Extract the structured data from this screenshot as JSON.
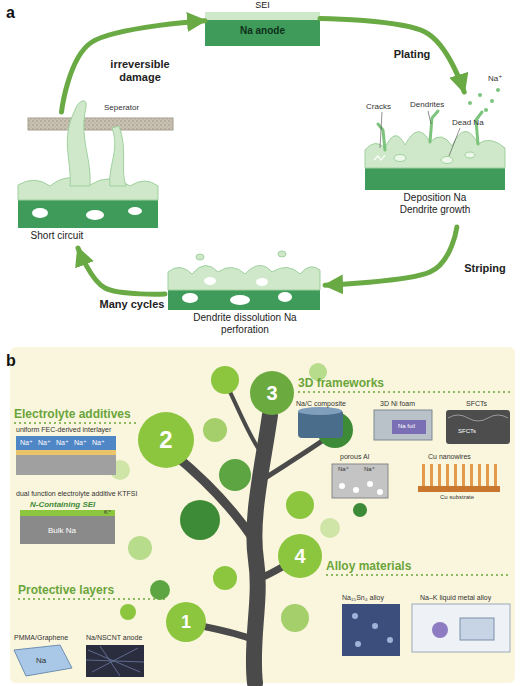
{
  "diagram": {
    "nodes": [
      {
        "text": [
          "SEI",
          "Na anode"
        ]
      },
      {
        "text": [
          "Deposition Na Dendrite growth"
        ]
      },
      {
        "text": [
          "Dendrite dissolution Na perforation"
        ]
      },
      {
        "text": [
          "Short circuit"
        ]
      },
      {
        "text": [
          "3"
        ]
      },
      {
        "text": [
          "2"
        ]
      },
      {
        "text": [
          "4"
        ]
      },
      {
        "text": [
          "1"
        ]
      }
    ],
    "edges": [
      {
        "from": 0,
        "to": 1,
        "arrow": "to",
        "label": "Plating"
      },
      {
        "from": 1,
        "to": 2,
        "arrow": "to",
        "label": "Striping"
      },
      {
        "from": 2,
        "to": 3,
        "arrow": "to",
        "label": "Many cycles"
      },
      {
        "from": 3,
        "to": 0,
        "arrow": "to",
        "label": "irreversible damage"
      }
    ],
    "labels": [
      "a",
      "Na⁺",
      "Cracks",
      "Dendrites",
      "Dead Na",
      "Seperator",
      "b",
      "Electrolyte additives",
      "uniform FEC-derived interlayer",
      "Na⁺",
      "Na⁺",
      "Na⁺",
      "Na⁺",
      "Na⁺",
      "dual function electrolyte additive KTFSI",
      "N-Containing SEI",
      "K⁺",
      "Bulk Na",
      "Protective layers",
      "PMMA/Graphene",
      "Na/NSCNT anode",
      "3D frameworks",
      "Na/C composite",
      "3D Ni foam",
      "Na foil",
      "SFCTs",
      "SFCTs",
      "porous Al",
      "Na⁺",
      "Na⁺",
      "Cu nanowires",
      "Cu substrate",
      "Alloy materials",
      "Na₁₅Sn₄ alloy",
      "Na–K liquid metal alloy",
      "Na"
    ]
  }
}
